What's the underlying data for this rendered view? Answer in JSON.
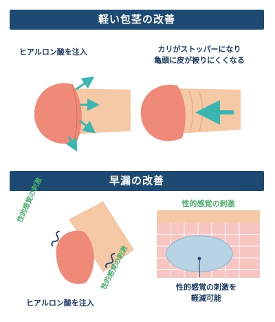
{
  "section1": {
    "title": "軽い包茎の改善",
    "left_label": "ヒアルロン酸を注入",
    "right_label_line1": "カリがストッパーになり",
    "right_label_line2": "亀頭に皮が被りにくくなる"
  },
  "section2": {
    "title": "早漏の改善",
    "left_caption_a": "性的感覚の刺激",
    "left_caption_b": "性的感覚の刺激",
    "left_label": "ヒアルロン酸を注入",
    "right_caption": "性的感覚の刺激",
    "right_label_line1": "性的感覚の刺激を",
    "right_label_line2": "軽減可能"
  },
  "colors": {
    "banner": "#1c4a72",
    "label_text": "#1b3a63",
    "arrow": "#3bb5b0",
    "glans": "#f08a78",
    "skin": "#f6c9a6",
    "green_text": "#4caf6e"
  },
  "icons": [
    "arrow-icon",
    "wave-icon"
  ]
}
